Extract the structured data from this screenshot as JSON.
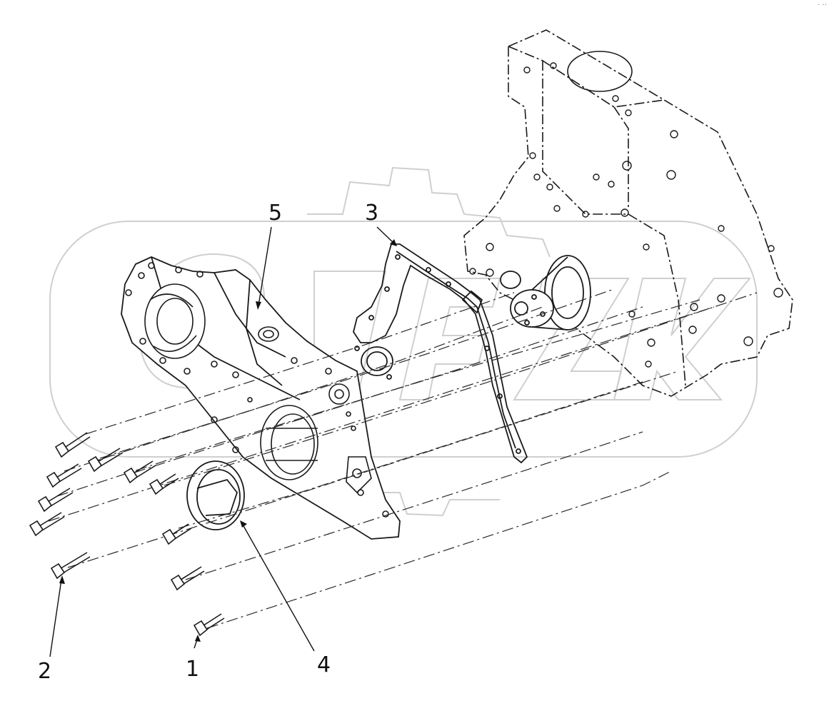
{
  "corner_mark": "· ··",
  "callouts": [
    {
      "id": "1",
      "label": "1"
    },
    {
      "id": "2",
      "label": "2"
    },
    {
      "id": "3",
      "label": "3"
    },
    {
      "id": "4",
      "label": "4"
    },
    {
      "id": "5",
      "label": "5"
    }
  ],
  "colors": {
    "line": "#1a1a1a",
    "dash": "#2a2a2a",
    "watermark": "#c8c8c8"
  }
}
